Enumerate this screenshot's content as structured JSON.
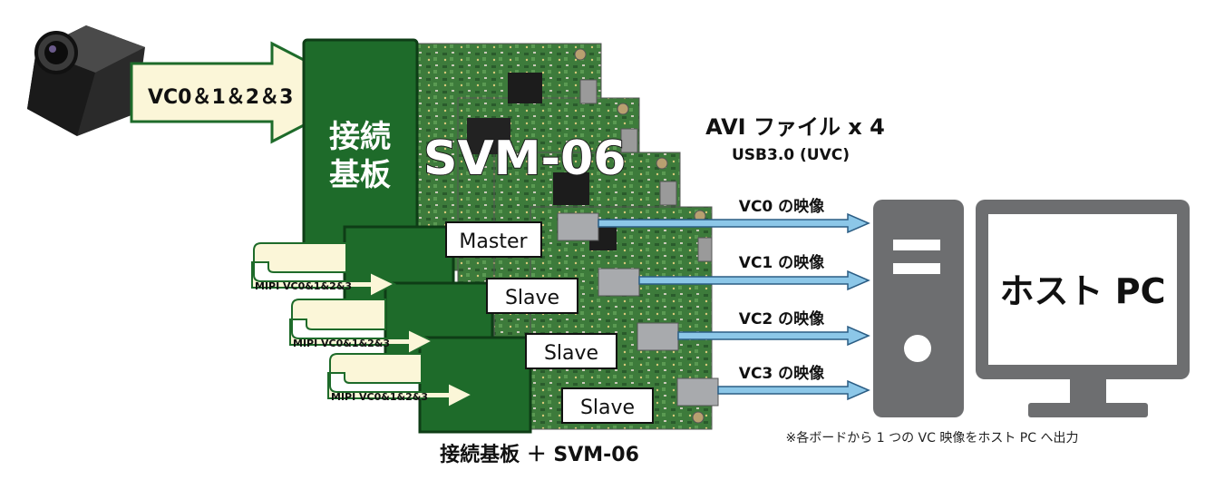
{
  "camera": {
    "icon": "camera-icon"
  },
  "input_arrow": {
    "label": "VC0＆1＆2＆3"
  },
  "adapter_board": {
    "label_line1": "接続",
    "label_line2": "基板"
  },
  "product_name": "SVM-06",
  "boards": [
    {
      "role": "Master"
    },
    {
      "role": "Slave"
    },
    {
      "role": "Slave"
    },
    {
      "role": "Slave"
    }
  ],
  "mipi_label": "MIPI VC0&1&2&3",
  "output": {
    "title": "AVI ファイル x 4",
    "subtitle": "USB3.0 (UVC)",
    "streams": [
      "VC0 の映像",
      "VC1 の映像",
      "VC2 の映像",
      "VC3 の映像"
    ]
  },
  "host": {
    "label": "ホスト PC",
    "icon_tower": "pc-tower-icon",
    "icon_monitor": "monitor-icon"
  },
  "footer_caption": "接続基板 ＋ SVM-06",
  "note": "※各ボードから 1 つの VC 映像をホスト PC へ出力",
  "colors": {
    "board_green": "#1e6b2a",
    "pcb_green": "#3f7a3a",
    "arrow_fill": "#fbf6d8",
    "stream_arrow": "#8cc7e8",
    "pc_gray": "#6d6e70"
  }
}
